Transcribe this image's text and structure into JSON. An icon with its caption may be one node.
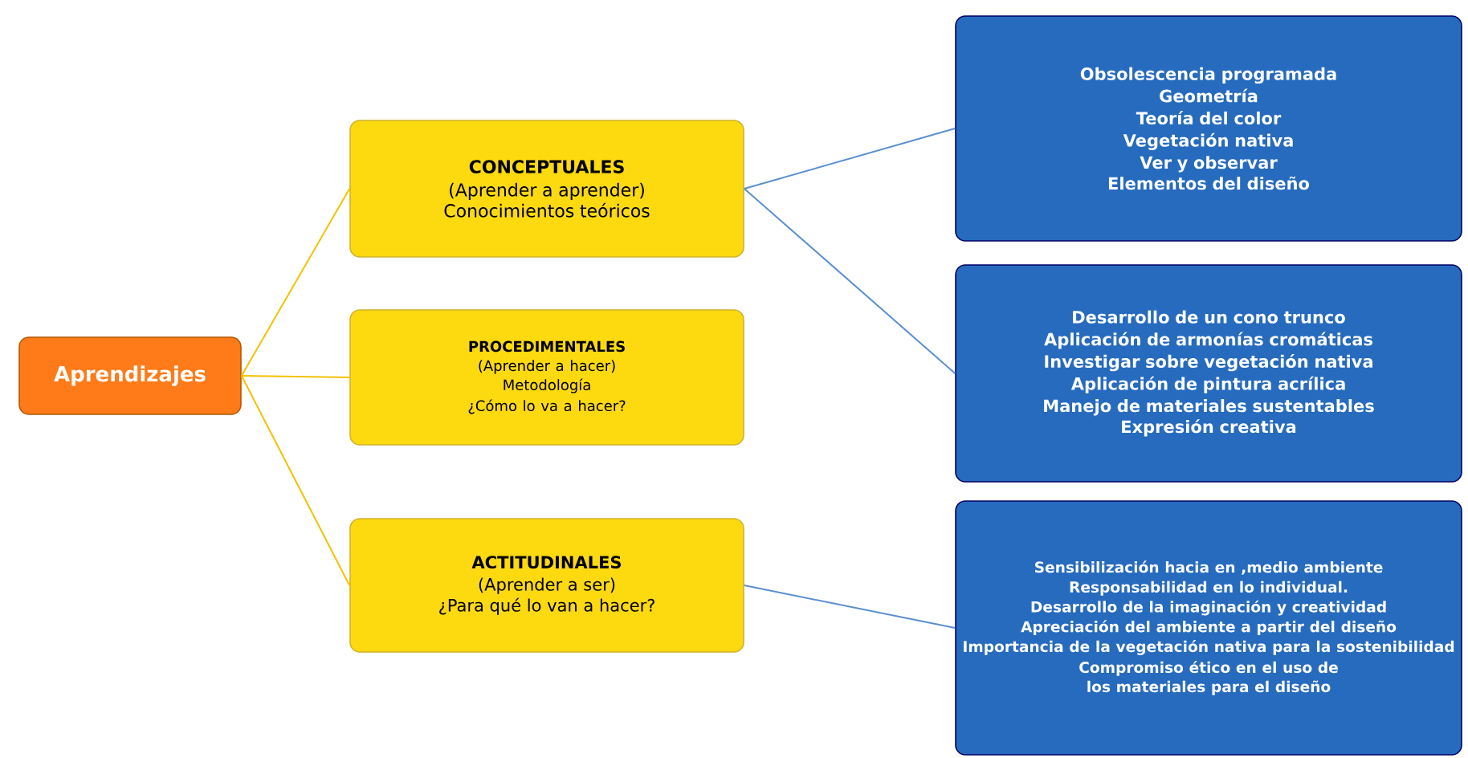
{
  "diagram": {
    "nodes": [
      {
        "text": [
          "Aprendizajes"
        ]
      },
      {
        "text": [
          "CONCEPTUALES",
          "(Aprender a aprender)",
          "Conocimientos teóricos"
        ]
      },
      {
        "text": [
          "PROCEDIMENTALES",
          "(Aprender a hacer)",
          "Metodología",
          "¿Cómo lo va a hacer?"
        ]
      },
      {
        "text": [
          "ACTITUDINALES",
          "(Aprender a ser)",
          "¿Para qué lo van a hacer?"
        ]
      },
      {
        "text": [
          "Obsolescencia programada",
          "Geometría",
          "Teoría del color",
          "Vegetación nativa",
          "Ver y observar",
          "Elementos del diseño"
        ]
      },
      {
        "text": [
          "Desarrollo de un cono trunco",
          "Aplicación de armonías cromáticas",
          "Investigar sobre vegetación nativa",
          "Aplicación de pintura acrílica",
          "Manejo de materiales sustentables",
          "Expresión creativa"
        ]
      },
      {
        "text": [
          "Sensibilización hacia en ,medio ambiente",
          "Responsabilidad en lo individual.",
          "Desarrollo de la imaginación y creatividad",
          "Apreciación del ambiente a partir del diseño",
          "Importancia de la vegetación nativa para la sostenibilidad",
          "Compromiso ético en el uso de los materiales para el diseño"
        ]
      }
    ],
    "edges": [
      {
        "from": 0,
        "to": 1,
        "arrow": "none",
        "color": "#f2c200"
      },
      {
        "from": 0,
        "to": 2,
        "arrow": "none",
        "color": "#f2c200"
      },
      {
        "from": 0,
        "to": 3,
        "arrow": "none",
        "color": "#f2c200"
      },
      {
        "from": 1,
        "to": 4,
        "arrow": "none",
        "color": "#5b8fd0"
      },
      {
        "from": 1,
        "to": 5,
        "arrow": "none",
        "color": "#5b8fd0"
      },
      {
        "from": 3,
        "to": 6,
        "arrow": "none",
        "color": "#5b8fd0"
      }
    ]
  }
}
